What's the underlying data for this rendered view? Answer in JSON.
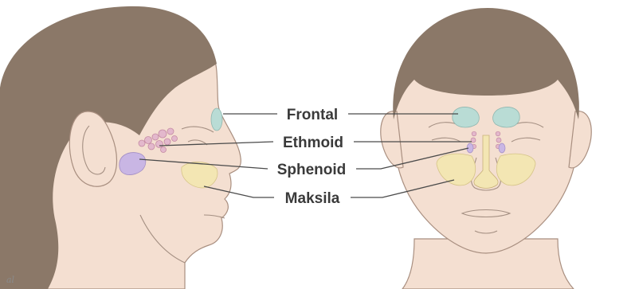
{
  "labels": {
    "frontal": "Frontal",
    "ethmoid": "Ethmoid",
    "sphenoid": "Sphenoid",
    "maksila": "Maksila"
  },
  "signature": "al",
  "colors": {
    "skin": "#f4dfd1",
    "hair": "#8b7868",
    "frontal_sinus": "#b9dcd5",
    "ethmoid_sinus": "#e3b8cc",
    "sphenoid_sinus": "#c9b6e4",
    "maxillary_sinus": "#f3e6b3"
  }
}
